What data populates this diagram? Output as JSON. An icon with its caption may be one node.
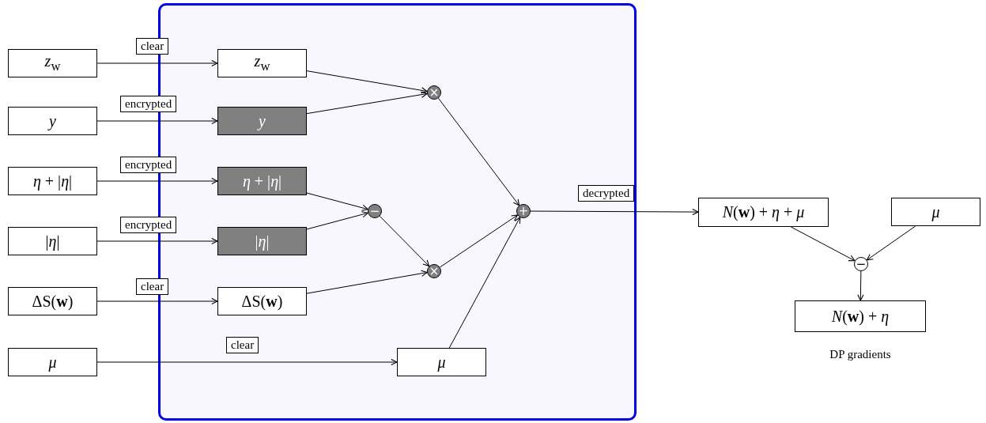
{
  "diagram": {
    "nodes": [
      {
        "text": [],
        "shape": "box"
      },
      {
        "text": [
          "*z*$_{w}$"
        ]
      },
      {
        "text": [
          "*y*"
        ]
      },
      {
        "text": [
          "*η* + |*η*|"
        ]
      },
      {
        "text": [
          "|*η*|"
        ]
      },
      {
        "text": [
          "ΔS(**w**)"
        ]
      },
      {
        "text": [
          "*μ*"
        ]
      },
      {
        "text": [
          "*z*$_{w}$"
        ],
        "in": 0
      },
      {
        "text": [
          "*y*"
        ],
        "in": 0
      },
      {
        "text": [
          "*η* + |*η*|"
        ],
        "in": 0
      },
      {
        "text": [
          "|*η*|"
        ],
        "in": 0
      },
      {
        "text": [
          "ΔS(**w**)"
        ],
        "in": 0
      },
      {
        "text": [
          "*μ*"
        ],
        "in": 0
      },
      {
        "text": [
          "×"
        ],
        "in": 0
      },
      {
        "text": [
          "−"
        ],
        "in": 0
      },
      {
        "text": [
          "×"
        ],
        "in": 0
      },
      {
        "text": [
          "+"
        ],
        "in": 0
      },
      {
        "text": [
          "*N*(**w**) + *η* + *μ*"
        ]
      },
      {
        "text": [
          "*μ*"
        ]
      },
      {
        "text": [
          "−"
        ]
      },
      {
        "text": [
          "*N*(**w**) + *η*"
        ]
      }
    ],
    "labels": [
      "DP gradients"
    ],
    "edges": [
      {
        "from": 1,
        "to": 7,
        "arrow": "to",
        "label": "clear"
      },
      {
        "from": 2,
        "to": 8,
        "arrow": "to",
        "label": "encrypted"
      },
      {
        "from": 3,
        "to": 9,
        "arrow": "to",
        "label": "encrypted"
      },
      {
        "from": 4,
        "to": 10,
        "arrow": "to",
        "label": "encrypted"
      },
      {
        "from": 5,
        "to": 11,
        "arrow": "to",
        "label": "clear"
      },
      {
        "from": 6,
        "to": 12,
        "arrow": "to",
        "label": "clear"
      },
      {
        "from": 7,
        "to": 13,
        "arrow": "to"
      },
      {
        "from": 8,
        "to": 13,
        "arrow": "to"
      },
      {
        "from": 9,
        "to": 14,
        "arrow": "to"
      },
      {
        "from": 10,
        "to": 14,
        "arrow": "to"
      },
      {
        "from": 14,
        "to": 15,
        "arrow": "to"
      },
      {
        "from": 11,
        "to": 15,
        "arrow": "to"
      },
      {
        "from": 13,
        "to": 16,
        "arrow": "to"
      },
      {
        "from": 15,
        "to": 16,
        "arrow": "to"
      },
      {
        "from": 12,
        "to": 16,
        "arrow": "to"
      },
      {
        "from": 16,
        "to": 17,
        "arrow": "to",
        "label": "decrypted"
      },
      {
        "from": 17,
        "to": 19,
        "arrow": "to"
      },
      {
        "from": 18,
        "to": 19,
        "arrow": "to"
      },
      {
        "from": 19,
        "to": 20,
        "arrow": "to"
      }
    ]
  }
}
